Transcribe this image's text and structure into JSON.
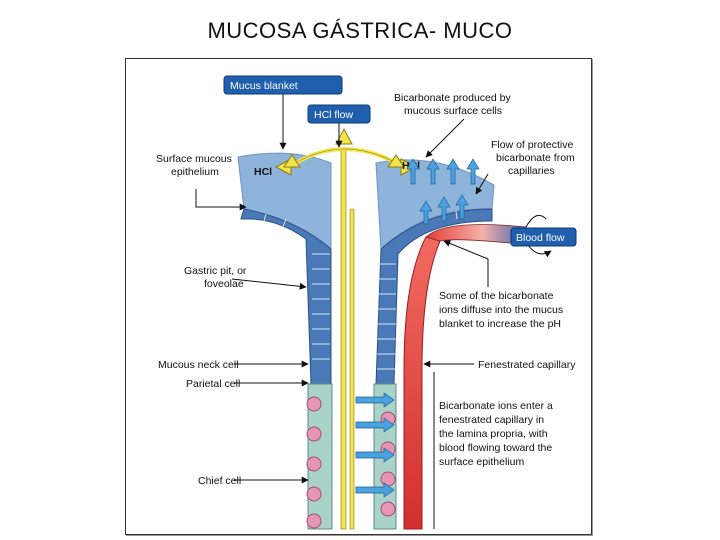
{
  "slide": {
    "title": "MUCOSA GÁSTRICA- MUCO"
  },
  "figure": {
    "boxes": {
      "mucus_blanket": "Mucus blanket",
      "hcl_flow": "HCl flow",
      "blood_flow": "Blood flow"
    },
    "hcl_left": "HCl",
    "hcl_right": "HCl",
    "labels": {
      "surface_mucous": [
        "Surface mucous",
        "epithelium"
      ],
      "gastric_pit": [
        "Gastric pit, or",
        "foveolae"
      ],
      "mucous_neck": "Mucous neck cell",
      "parietal": "Parietal cell",
      "chief": "Chief cell",
      "bicarbonate_produced": [
        "Bicarbonate produced by",
        "mucous surface cells"
      ],
      "flow_protective": [
        "Flow of protective",
        "bicarbonate from",
        "capillaries"
      ],
      "diffuse": [
        "Some of the bicarbonate",
        "ions diffuse into the mucus",
        "blanket  to increase the pH"
      ],
      "fenestrated": "Fenestrated capillary",
      "enter": [
        "Bicarbonate ions enter a",
        "fenestrated capillary in",
        "the lamina propria, with",
        "blood flowing toward the",
        "surface epithelium"
      ]
    },
    "colors": {
      "mucus": "#8fb4dc",
      "cells": "#4a79b8",
      "tag_blue": "#1f5fae",
      "capillary": "#e53935",
      "hcl_yellow": "#f2e34c",
      "parietal_pink": "#e596b4"
    }
  }
}
